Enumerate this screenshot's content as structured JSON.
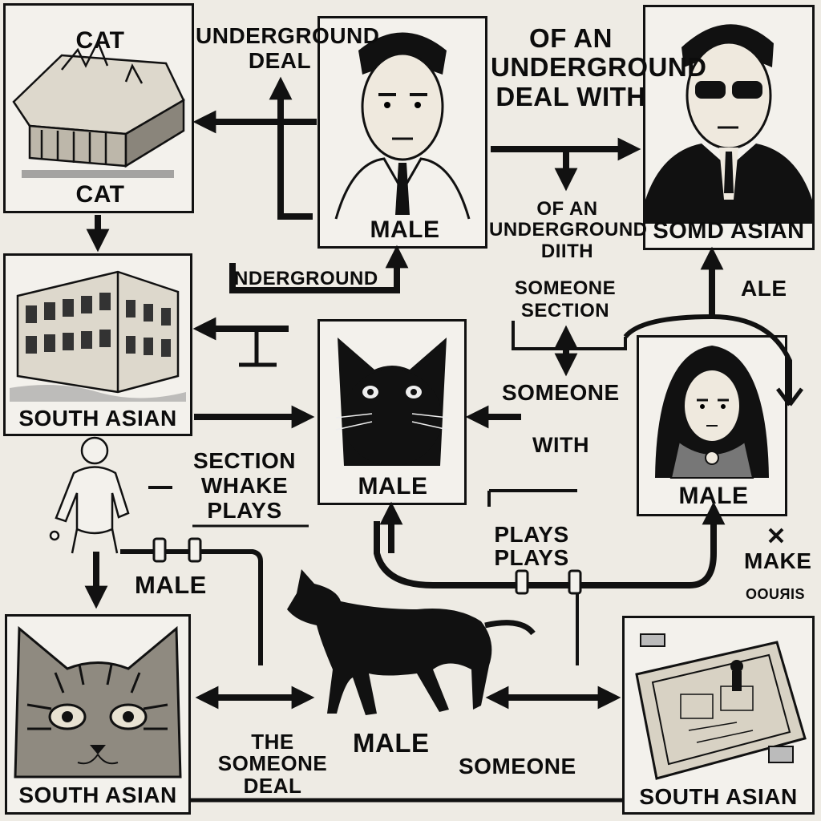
{
  "panels": {
    "cat_building": {
      "top_label": "CAT",
      "bottom_label": "CAT"
    },
    "young_man": {
      "label": "MALE"
    },
    "sunglasses_man": {
      "label": "SOMD ASIAN"
    },
    "old_building": {
      "label": "SOUTH ASIAN"
    },
    "black_cat": {
      "label": "MALE"
    },
    "veiled_woman": {
      "label": "MALE"
    },
    "tabby_cat": {
      "label": "SOUTH ASIAN"
    },
    "board_scene": {
      "label": "SOUTH ASIAN"
    }
  },
  "captions": {
    "underground_deal": "UNDERGROUND DEAL",
    "of_an_underground_deal_with": "OF AN UNDERGROUND DEAL WITH",
    "nderground": "NDERGROUND",
    "of_an_underground_dith": "OF AN UNDERGROUND DIITH",
    "someone_section": "SOMEONE SECTION",
    "ale": "ALE",
    "someone_mid": "SOMEONE",
    "with": "WITH",
    "section_whake_plays": "SECTION WHAKE PLAYS",
    "plays_plays": "PLAYS PLAYS",
    "male_left": "MALE",
    "make": "MAKE",
    "garbled": "OOUЯIS",
    "male_bottom": "MALE",
    "the_someone_deal": "THE SOMEONE DEAL",
    "someone_bottom": "SOMEONE"
  },
  "icons": [
    "cat-building-illustration",
    "young-man-portrait",
    "sunglasses-man-portrait",
    "old-building-illustration",
    "black-cat-portrait",
    "veiled-woman-portrait",
    "tabby-cat-portrait",
    "board-scene-illustration",
    "walking-cat-silhouette",
    "small-man-figure"
  ]
}
